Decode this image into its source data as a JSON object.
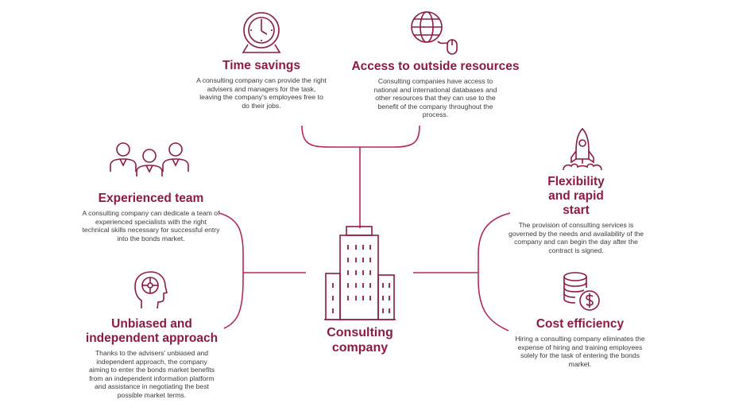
{
  "center": {
    "title": "Consulting company"
  },
  "benefits": {
    "time_savings": {
      "title": "Time savings",
      "description": "A consulting company can provide the right advisers and managers for the task, leaving the company's employees free to do their jobs.",
      "icon": "clock-icon"
    },
    "outside_resources": {
      "title": "Access to outside resources",
      "description": "Consulting companies have access to national and international databases and other resources that they can use to the benefit of the company throughout the process.",
      "icon": "globe-mouse-icon"
    },
    "experienced_team": {
      "title": "Experienced team",
      "description": "A consulting company can dedicate a team of experienced specialists with the right technical skills necessary for successful entry into the bonds market.",
      "icon": "team-icon"
    },
    "unbiased": {
      "title": "Unbiased and independent approach",
      "description": "Thanks to the advisers' unbiased and independent approach, the company aiming to enter the bonds market benefits from an independent information platform and assistance in negotiating the best possible market terms.",
      "icon": "brain-head-icon"
    },
    "flexibility": {
      "title": "Flexibility and rapid start",
      "description": "The provision of consulting services is governed by the needs and availability of the company and can begin the day after the contract is signed.",
      "icon": "rocket-icon"
    },
    "cost_efficiency": {
      "title": "Cost efficiency",
      "description": "Hiring a consulting company eliminates the expense of hiring and training employees solely for the task of entering the bonds market.",
      "icon": "coins-dollar-icon"
    }
  },
  "colors": {
    "accent": "#8c1b3e",
    "line": "#b5294f",
    "text": "#3a3a3a"
  }
}
